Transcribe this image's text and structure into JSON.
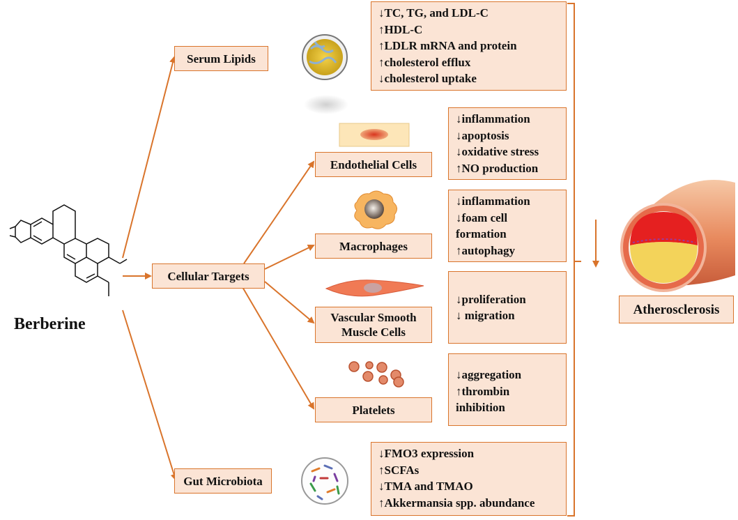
{
  "compound": {
    "name": "Berberine"
  },
  "hub": "Cellular Targets",
  "targets": {
    "serum_lipids": {
      "label": "Serum Lipids",
      "effects": [
        "↓TC, TG, and LDL-C",
        "↑HDL-C",
        "↑LDLR mRNA and protein",
        "↑cholesterol efflux",
        "↓cholesterol uptake"
      ]
    },
    "endothelial": {
      "label": "Endothelial Cells",
      "effects": [
        "↓inflammation",
        "↓apoptosis",
        "↓oxidative stress",
        "↑NO production"
      ]
    },
    "macrophages": {
      "label": "Macrophages",
      "effects": [
        "↓inflammation",
        "↓foam cell",
        "formation",
        "↑autophagy"
      ]
    },
    "vsmc": {
      "label_line1": "Vascular Smooth",
      "label_line2": "Muscle Cells",
      "effects": [
        "↓proliferation",
        "↓ migration"
      ]
    },
    "platelets": {
      "label": "Platelets",
      "effects": [
        "↓aggregation",
        "↑thrombin",
        "inhibition"
      ]
    },
    "gut": {
      "label": "Gut Microbiota",
      "effects": [
        "↓FMO3 expression",
        "↑SCFAs",
        "↓TMA and TMAO",
        "↑Akkermansia spp. abundance"
      ]
    }
  },
  "outcome": "Atherosclerosis",
  "colors": {
    "arrow": "#d9742b",
    "box_fill": "#fbe4d5",
    "box_border": "#d9742b"
  }
}
